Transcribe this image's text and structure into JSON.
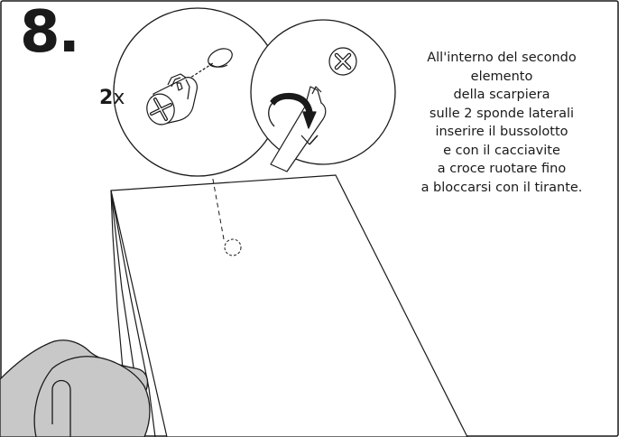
{
  "step": {
    "number": "8."
  },
  "quantity": {
    "count": "2",
    "multiplier": "x"
  },
  "instructions": {
    "lines": [
      "All'interno del secondo",
      "elemento",
      "della scarpiera",
      "sulle 2 sponde laterali",
      "inserire il bussolotto",
      "e con il cacciavite",
      "a croce ruotare fino",
      "a bloccarsi con il tirante."
    ]
  },
  "colors": {
    "ink": "#1a1a1a",
    "hand_fill": "#c8c8c8",
    "paper": "#ffffff"
  },
  "icons": [
    "cam-lock-fitting-icon",
    "phillips-screwdriver-icon",
    "rotation-arrow-icon"
  ]
}
